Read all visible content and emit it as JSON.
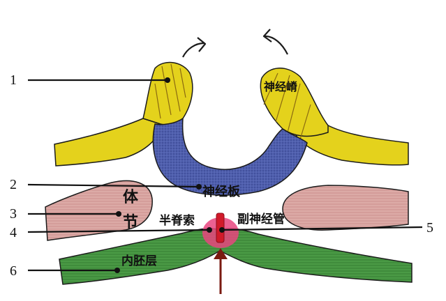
{
  "labels": {
    "neural_crest": "神经嵴",
    "neural_plate": "神经板",
    "somite": "体节",
    "somite_char1": "体",
    "somite_char2": "节",
    "paraxial_notochord": "半脊索",
    "accessory_neural_tube": "副神经管",
    "endoderm": "内胚层"
  },
  "numbers": {
    "n1": "1",
    "n2": "2",
    "n3": "3",
    "n4": "4",
    "n5": "5",
    "n6": "6"
  },
  "colors": {
    "neural_crest_yellow": "#e4d21c",
    "neural_plate_blue": "#4b5aa8",
    "somite_pink": "#d6a3a1",
    "endoderm_green": "#3f8f3c",
    "notochord_red": "#d11a2a",
    "accent_pink": "#e8457f",
    "arrow_brown": "#7a1a10",
    "outline": "#1b1b1b"
  }
}
